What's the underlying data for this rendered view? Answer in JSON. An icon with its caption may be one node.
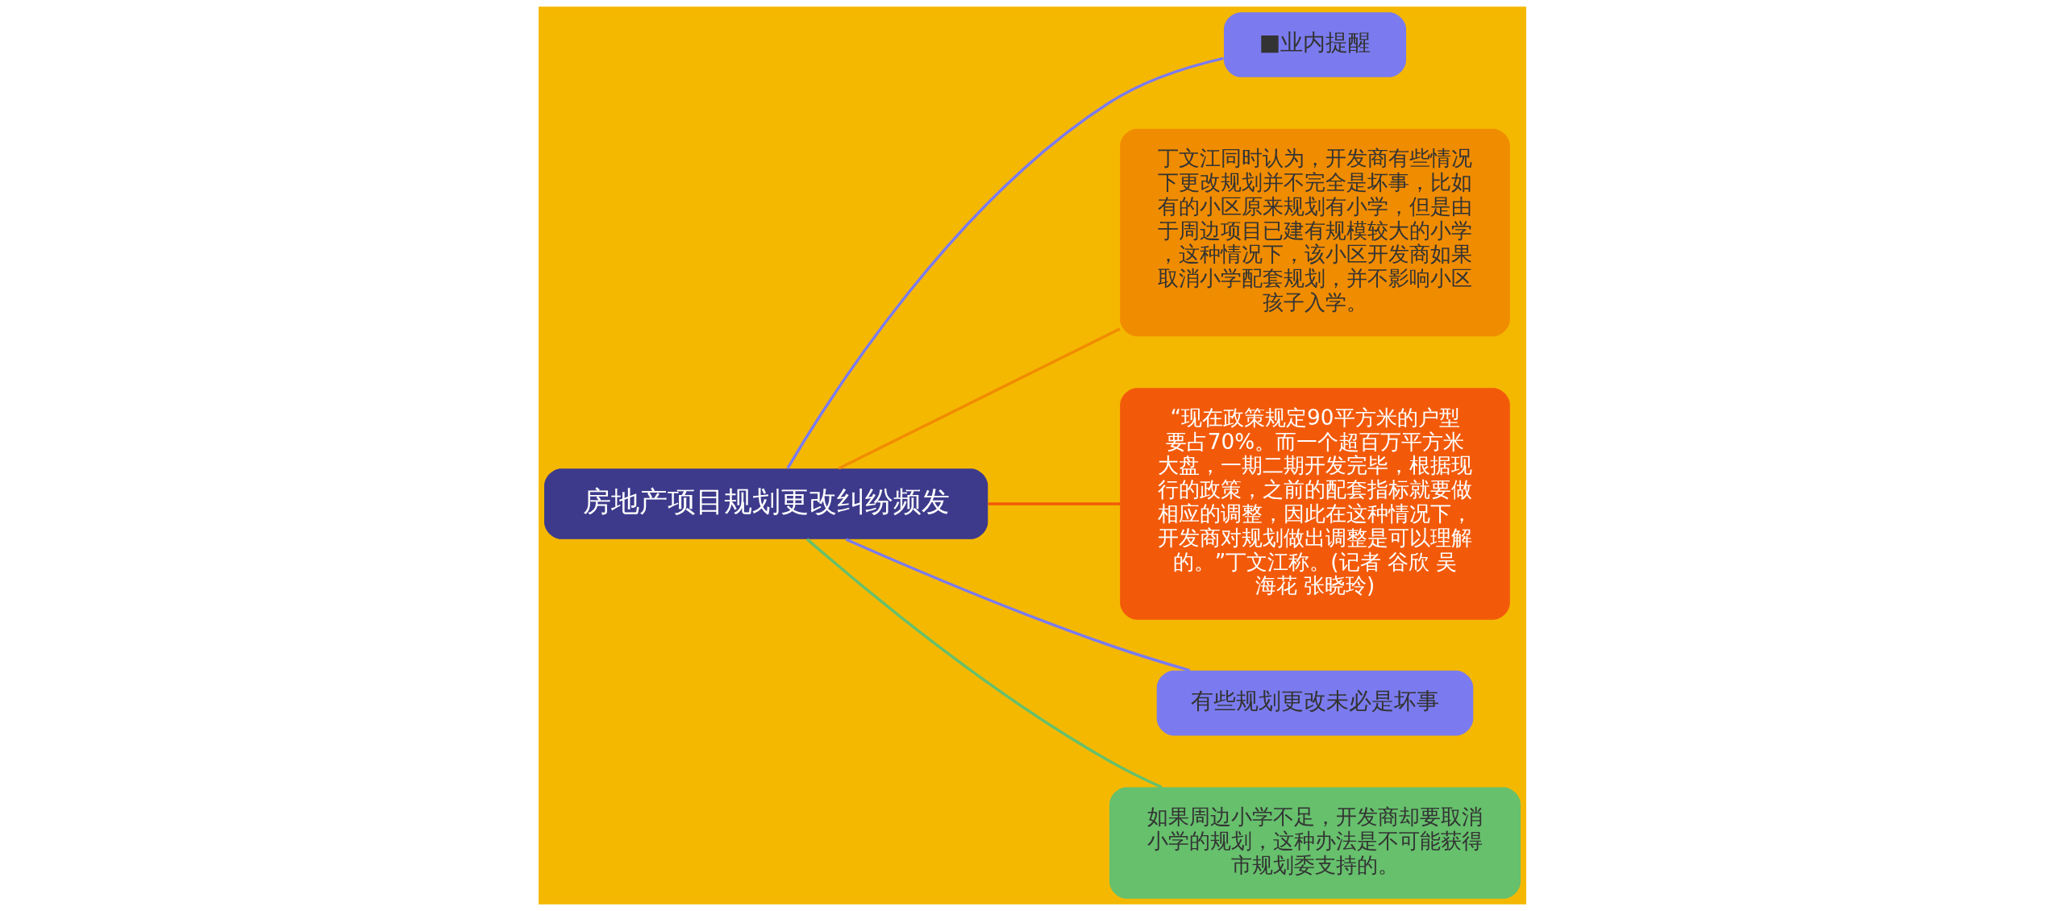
{
  "diagram": {
    "nodes": [
      {
        "text": [
          "房地产项目规划更改纠纷频发"
        ]
      },
      {
        "text": [
          "■业内提醒"
        ]
      },
      {
        "text": [
          "丁文江同时认为，开发商有些情况下更改规划并不完全是坏事，比如有的小区原来规划有小学，但是由于周边项目已建有规模较大的小学，这种情况下，该小区开发商如果取消小学配套规划，并不影响小区孩子入学。"
        ]
      },
      {
        "text": [
          "“现在政策规定90平方米的户型要占70%。而一个超百万平方米大盘，一期二期开发完毕，根据现行的政策，之前的配套指标就要做相应的调整，因此在这种情况下，开发商对规划做出调整是可以理解的。”丁文江称。(记者 谷欣 吴海花 张晓玲)"
        ]
      },
      {
        "text": [
          "有些规划更改未必是坏事"
        ]
      },
      {
        "text": [
          "如果周边小学不足，开发商却要取消小学的规划，这种办法是不可能获得市规划委支持的。"
        ]
      }
    ],
    "edges": [
      {
        "from": 0,
        "to": 1,
        "arrow": "none",
        "color": "#7b7bef"
      },
      {
        "from": 0,
        "to": 2,
        "arrow": "none",
        "color": "#f08c00"
      },
      {
        "from": 0,
        "to": 3,
        "arrow": "none",
        "color": "#f25a0a"
      },
      {
        "from": 0,
        "to": 4,
        "arrow": "none",
        "color": "#7b7bef"
      },
      {
        "from": 0,
        "to": 5,
        "arrow": "none",
        "color": "#66c06c"
      }
    ]
  }
}
